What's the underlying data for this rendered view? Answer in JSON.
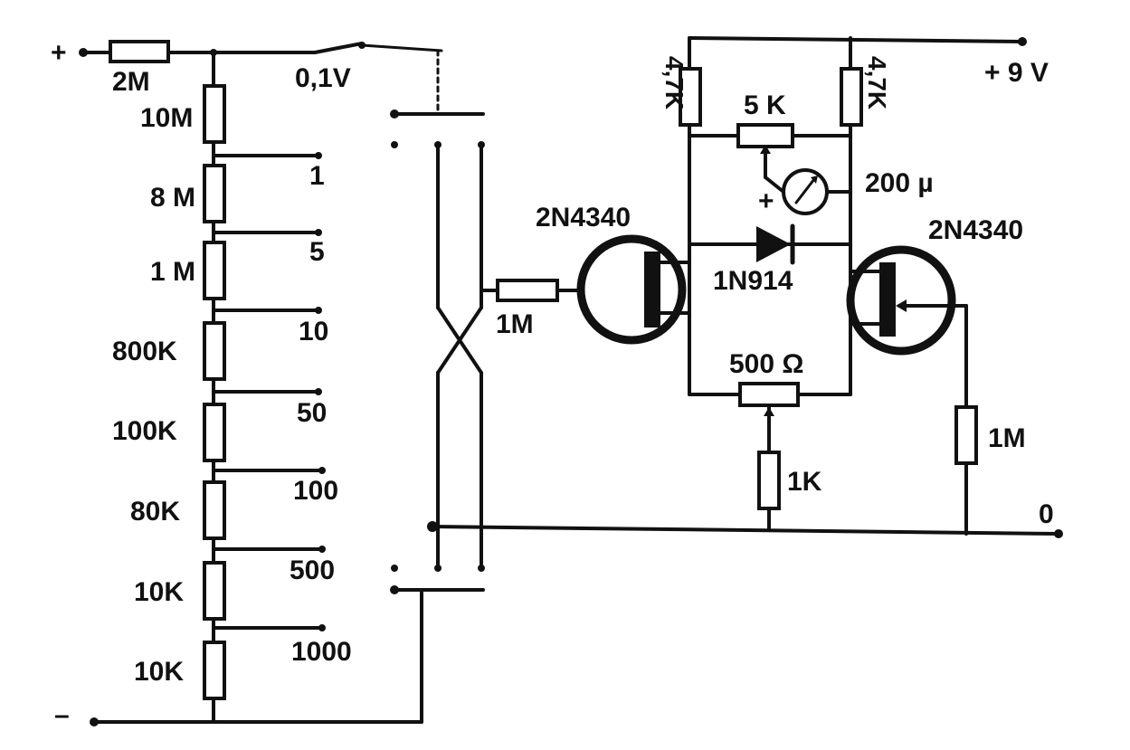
{
  "terminals": {
    "positive": "+",
    "negative": "–",
    "supply": "+ 9 V",
    "ground": "0"
  },
  "ladder": {
    "series_resistor": "2M",
    "resistors": [
      "10M",
      "8 M",
      "1 M",
      "800K",
      "100K",
      "80K",
      "10K",
      "10K"
    ],
    "range_taps": [
      "0,1V",
      "1",
      "5",
      "10",
      "50",
      "100",
      "500",
      "1000"
    ]
  },
  "amplifier": {
    "input_resistor": "1M",
    "transistor_left": "2N4340",
    "transistor_right": "2N4340",
    "drain_resistor_left": "4,7K",
    "drain_resistor_right": "4,7K",
    "balance_pot": "5 K",
    "meter": "200 µ",
    "meter_polarity": "+",
    "diode": "1N914",
    "source_pot": "500 Ω",
    "source_resistor": "1K",
    "gate_resistor_right": "1M"
  }
}
